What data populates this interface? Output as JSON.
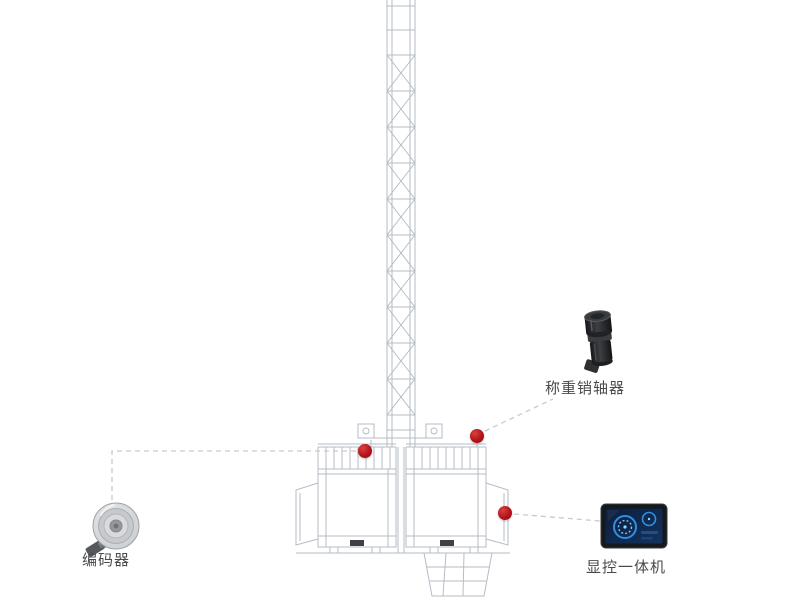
{
  "diagram": {
    "type": "construction-hoist-sensor-diagram",
    "labels": {
      "encoder": "编码器",
      "load_pin": "称重销轴器",
      "display": "显控一体机"
    },
    "components": [
      {
        "id": "encoder",
        "label": "编码器",
        "icon": "rotary-encoder-illustration"
      },
      {
        "id": "load_pin",
        "label": "称重销轴器",
        "icon": "load-pin-sensor-illustration"
      },
      {
        "id": "display",
        "label": "显控一体机",
        "icon": "display-terminal-illustration"
      }
    ],
    "markers": [
      {
        "id": "marker-encoder",
        "links_to": "encoder"
      },
      {
        "id": "marker-loadpin",
        "links_to": "load_pin"
      },
      {
        "id": "marker-display",
        "links_to": "display"
      }
    ],
    "colors": {
      "marker_red": "#b5121b",
      "tower_line": "#b6bcc6",
      "connector_line": "#c9c9c9",
      "label_text": "#4a4a4a",
      "screen_blue": "#2f8fe0"
    }
  }
}
